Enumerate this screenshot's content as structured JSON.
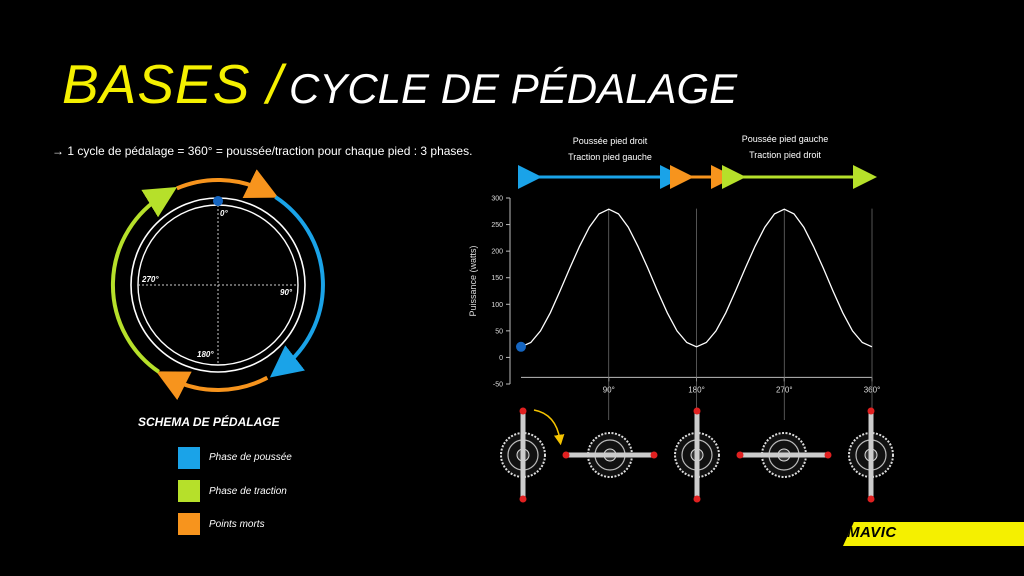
{
  "title": {
    "main": "BASES /",
    "sub": "CYCLE DE PÉDALAGE"
  },
  "intro": "→ 1 cycle de pédalage = 360° = poussée/traction pour chaque pied : 3 phases.",
  "circle_labels": {
    "top": "0°",
    "right": "90°",
    "bottom": "180°",
    "left": "270°"
  },
  "phase_headers": {
    "right": [
      "Poussée pied droit",
      "Traction pied gauche"
    ],
    "left": [
      "Poussée pied gauche",
      "Traction pied droit"
    ]
  },
  "legend": {
    "title": "SCHEMA DE PÉDALAGE",
    "items": [
      {
        "label": "Phase de poussée",
        "color": "#1aa3e8"
      },
      {
        "label": "Phase de traction",
        "color": "#b6e02a"
      },
      {
        "label": "Points morts",
        "color": "#f7941d"
      }
    ]
  },
  "colors": {
    "push": "#1aa3e8",
    "pull": "#b6e02a",
    "dead": "#f7941d",
    "accent": "#f5f000",
    "marker": "#1565c0"
  },
  "logo": "MAVIC",
  "chart_data": {
    "type": "line",
    "xlabel": "",
    "ylabel": "Puissance (watts)",
    "ylim": [
      -50,
      300
    ],
    "yticks": [
      -50,
      0,
      50,
      100,
      150,
      200,
      250,
      300
    ],
    "xticks": [
      {
        "x": 90,
        "label": "90°"
      },
      {
        "x": 180,
        "label": "180°"
      },
      {
        "x": 270,
        "label": "270°"
      },
      {
        "x": 360,
        "label": "360°"
      }
    ],
    "series": [
      {
        "name": "",
        "x": [
          0,
          10,
          20,
          30,
          40,
          50,
          60,
          70,
          80,
          90,
          100,
          110,
          120,
          130,
          140,
          150,
          160,
          170,
          180,
          190,
          200,
          210,
          220,
          230,
          240,
          250,
          260,
          270,
          280,
          290,
          300,
          310,
          320,
          330,
          340,
          350,
          360
        ],
        "y": [
          20,
          28,
          50,
          84,
          125,
          168,
          209,
          245,
          270,
          279,
          270,
          245,
          209,
          168,
          125,
          84,
          50,
          28,
          20,
          28,
          50,
          84,
          125,
          168,
          209,
          245,
          270,
          279,
          270,
          245,
          209,
          168,
          125,
          84,
          50,
          28,
          20
        ]
      }
    ],
    "grid": false,
    "start_marker": {
      "x": 0,
      "y": 20
    }
  }
}
